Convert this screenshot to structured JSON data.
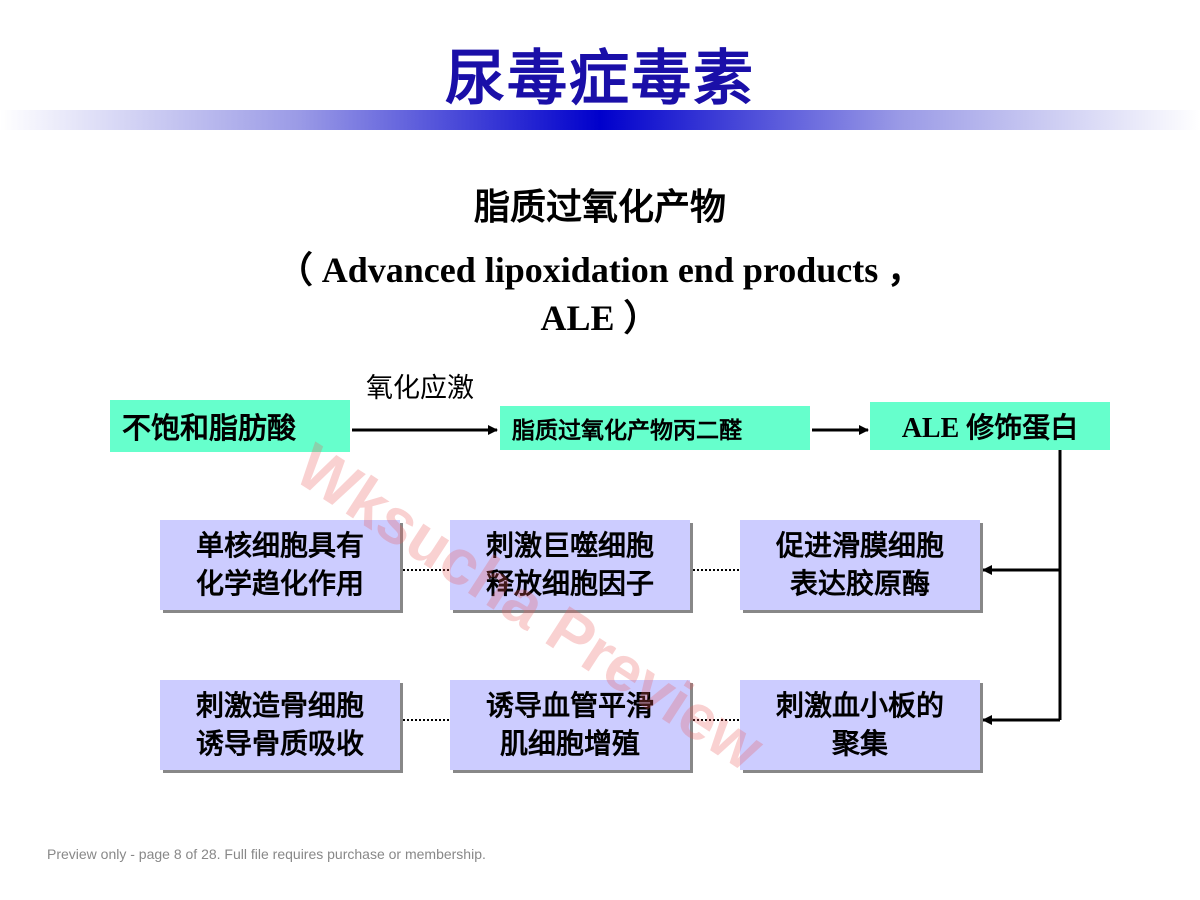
{
  "title": "尿毒症毒素",
  "subtitle_zh": "脂质过氧化产物",
  "subtitle_en_line1": "（ Advanced lipoxidation end products ，",
  "subtitle_en_line2": "ALE ）",
  "flow": {
    "label_stress": "氧化应激",
    "node1": "不饱和脂肪酸",
    "node2": "脂质过氧化产物丙二醛",
    "node3": "ALE 修饰蛋白"
  },
  "effects": {
    "row1": [
      [
        "单核细胞具有",
        "化学趋化作用"
      ],
      [
        "刺激巨噬细胞",
        "释放细胞因子"
      ],
      [
        "促进滑膜细胞",
        "表达胶原酶"
      ]
    ],
    "row2": [
      [
        "刺激造骨细胞",
        "诱导骨质吸收"
      ],
      [
        "诱导血管平滑",
        "肌细胞增殖"
      ],
      [
        "刺激血小板的",
        "聚集"
      ]
    ]
  },
  "watermark": "Wksucha Preview",
  "footer": "Preview only - page 8 of 28. Full file requires purchase or membership.",
  "colors": {
    "title": "#1a0fa8",
    "green_box": "#66ffcc",
    "purple_box": "#ccccff"
  }
}
